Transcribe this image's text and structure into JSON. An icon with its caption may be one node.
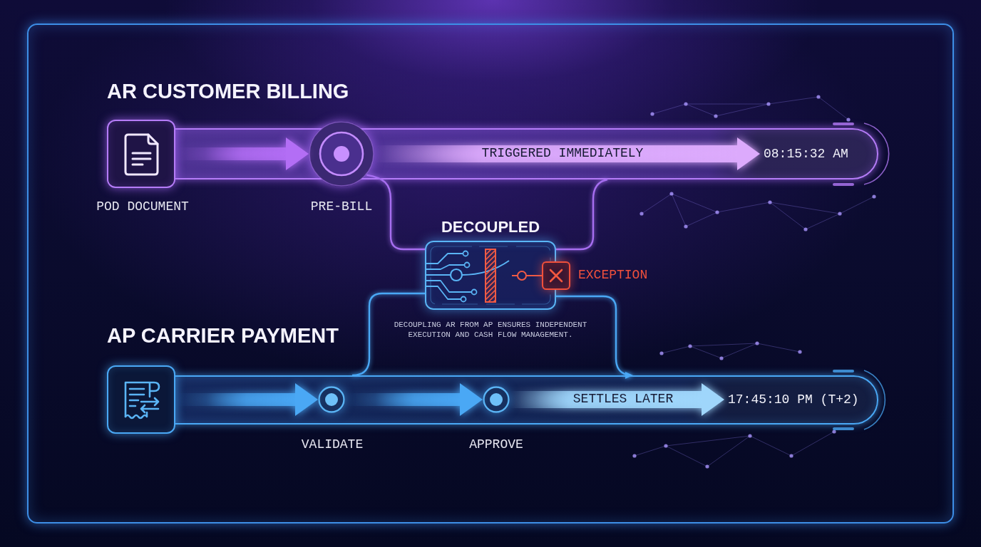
{
  "diagram": {
    "nodes": [
      {
        "text": [],
        "shape": "bar"
      },
      {
        "text": [],
        "shape": "box",
        "beside": [
          "POD DOCUMENT"
        ]
      },
      {
        "text": [],
        "shape": "circle",
        "beside": [
          "PRE-BILL"
        ]
      },
      {
        "text": [
          "08:15:32 AM"
        ],
        "in": 0
      },
      {
        "text": [
          "DECOUPLED"
        ],
        "beside": [
          "DECOUPLING AR FROM AP ENSURES INDEPENDENT EXECUTION AND CASH FLOW MANAGEMENT."
        ]
      },
      {
        "text": [],
        "shape": "box",
        "beside": [
          "EXCEPTION"
        ]
      },
      {
        "text": [],
        "shape": "bar"
      },
      {
        "text": [],
        "shape": "box"
      },
      {
        "text": [],
        "shape": "circle",
        "in": 6,
        "beside": [
          "VALIDATE"
        ]
      },
      {
        "text": [],
        "shape": "circle",
        "in": 6,
        "beside": [
          "APPROVE"
        ]
      },
      {
        "text": [
          "17:45:10 PM (T+2)"
        ],
        "in": 6
      }
    ],
    "edges": [
      {
        "from": 1,
        "to": 2,
        "arrow": "to",
        "style": "thick",
        "color": "#b36ef5"
      },
      {
        "from": 2,
        "to": 3,
        "arrow": "to",
        "label": "TRIGGERED IMMEDIATELY",
        "style": "thick",
        "color": "#dcaafc"
      },
      {
        "from": 2,
        "to": 4,
        "arrow": "none",
        "color": "#a66ef0"
      },
      {
        "from": 0,
        "to": 4,
        "arrow": "none",
        "color": "#a66ef0"
      },
      {
        "from": 4,
        "to": 6,
        "arrow": "none",
        "color": "#4aa8f5"
      },
      {
        "from": 4,
        "to": 6,
        "arrow": "to",
        "color": "#4aa8f5"
      },
      {
        "from": 7,
        "to": 8,
        "arrow": "to",
        "style": "thick",
        "color": "#4aa8f5"
      },
      {
        "from": 8,
        "to": 9,
        "arrow": "to",
        "style": "thick",
        "color": "#4aa8f5"
      },
      {
        "from": 9,
        "to": 10,
        "arrow": "to",
        "label": "SETTLES LATER",
        "style": "thick",
        "color": "#9fd6fb"
      }
    ],
    "labels": [
      "AR CUSTOMER BILLING",
      "AP CARRIER PAYMENT"
    ]
  }
}
